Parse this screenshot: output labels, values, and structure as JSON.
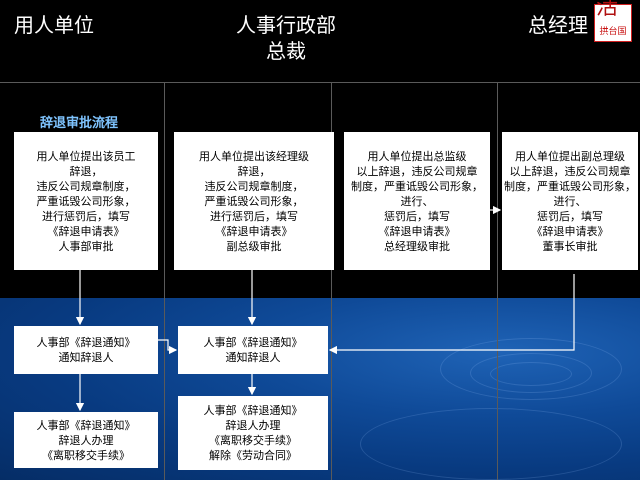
{
  "columns": {
    "unit": "用人单位",
    "hr_line1": "人事行政部",
    "hr_line2": "总裁",
    "gm": "总经理"
  },
  "logo_text": "拱台国",
  "flow_title": "辞退审批流程",
  "boxes": {
    "b1": [
      "用人单位提出该员工",
      "辞退，",
      "违反公司规章制度，",
      "严重诋毁公司形象，",
      "进行惩罚后，填写",
      "《辞退申请表》",
      "人事部审批"
    ],
    "b2": [
      "用人单位提出该经理级",
      "辞退，",
      "违反公司规章制度，",
      "严重诋毁公司形象，",
      "进行惩罚后，填写",
      "《辞退申请表》",
      "副总级审批"
    ],
    "b3": [
      "用人单位提出总监级",
      "以上辞退，违反公司规章",
      "制度，严重诋毁公司形象，",
      "进行、",
      "惩罚后，填写",
      "《辞退申请表》",
      "总经理级审批"
    ],
    "b4": [
      "用人单位提出副总理级",
      "以上辞退，违反公司规章",
      "制度，严重诋毁公司形象，",
      "进行、",
      "惩罚后，填写",
      "《辞退申请表》",
      "董事长审批"
    ],
    "b5": [
      "人事部《辞退通知》",
      "通知辞退人"
    ],
    "b6": [
      "人事部《辞退通知》",
      "通知辞退人"
    ],
    "b7": [
      "人事部《辞退通知》",
      "辞退人办理",
      "《离职移交手续》"
    ],
    "b8": [
      "人事部《辞退通知》",
      "辞退人办理",
      "《离职移交手续》",
      "解除《劳动合同》"
    ]
  }
}
